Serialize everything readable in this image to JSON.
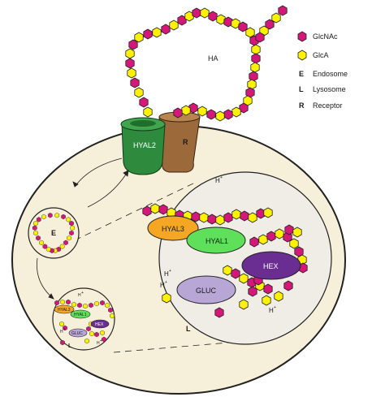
{
  "legend": {
    "glcnac": "GlcNAc",
    "glca": "GlcA",
    "endosome_key": "E",
    "endosome": "Endosome",
    "lysosome_key": "L",
    "lysosome": "Lysosome",
    "receptor_key": "R",
    "receptor": "Receptor"
  },
  "labels": {
    "ha": "HA",
    "hyal2": "HYAL2",
    "receptor": "R",
    "endosome": "E",
    "lysosome": "L",
    "hyal3": "HYAL3",
    "hyal1": "HYAL1",
    "hex": "HEX",
    "gluc": "GLUC",
    "proton": "H",
    "proton_charge": "+"
  },
  "colors": {
    "glcnac": "#d6177a",
    "glca": "#fff200",
    "cell": "#f6efd9",
    "hyal2": "#2e8b3e",
    "receptor": "#9c6a3a",
    "hyal3": "#f5a623",
    "hyal1": "#5fe05a",
    "hex": "#6a2e93",
    "gluc": "#b8a6d6"
  }
}
